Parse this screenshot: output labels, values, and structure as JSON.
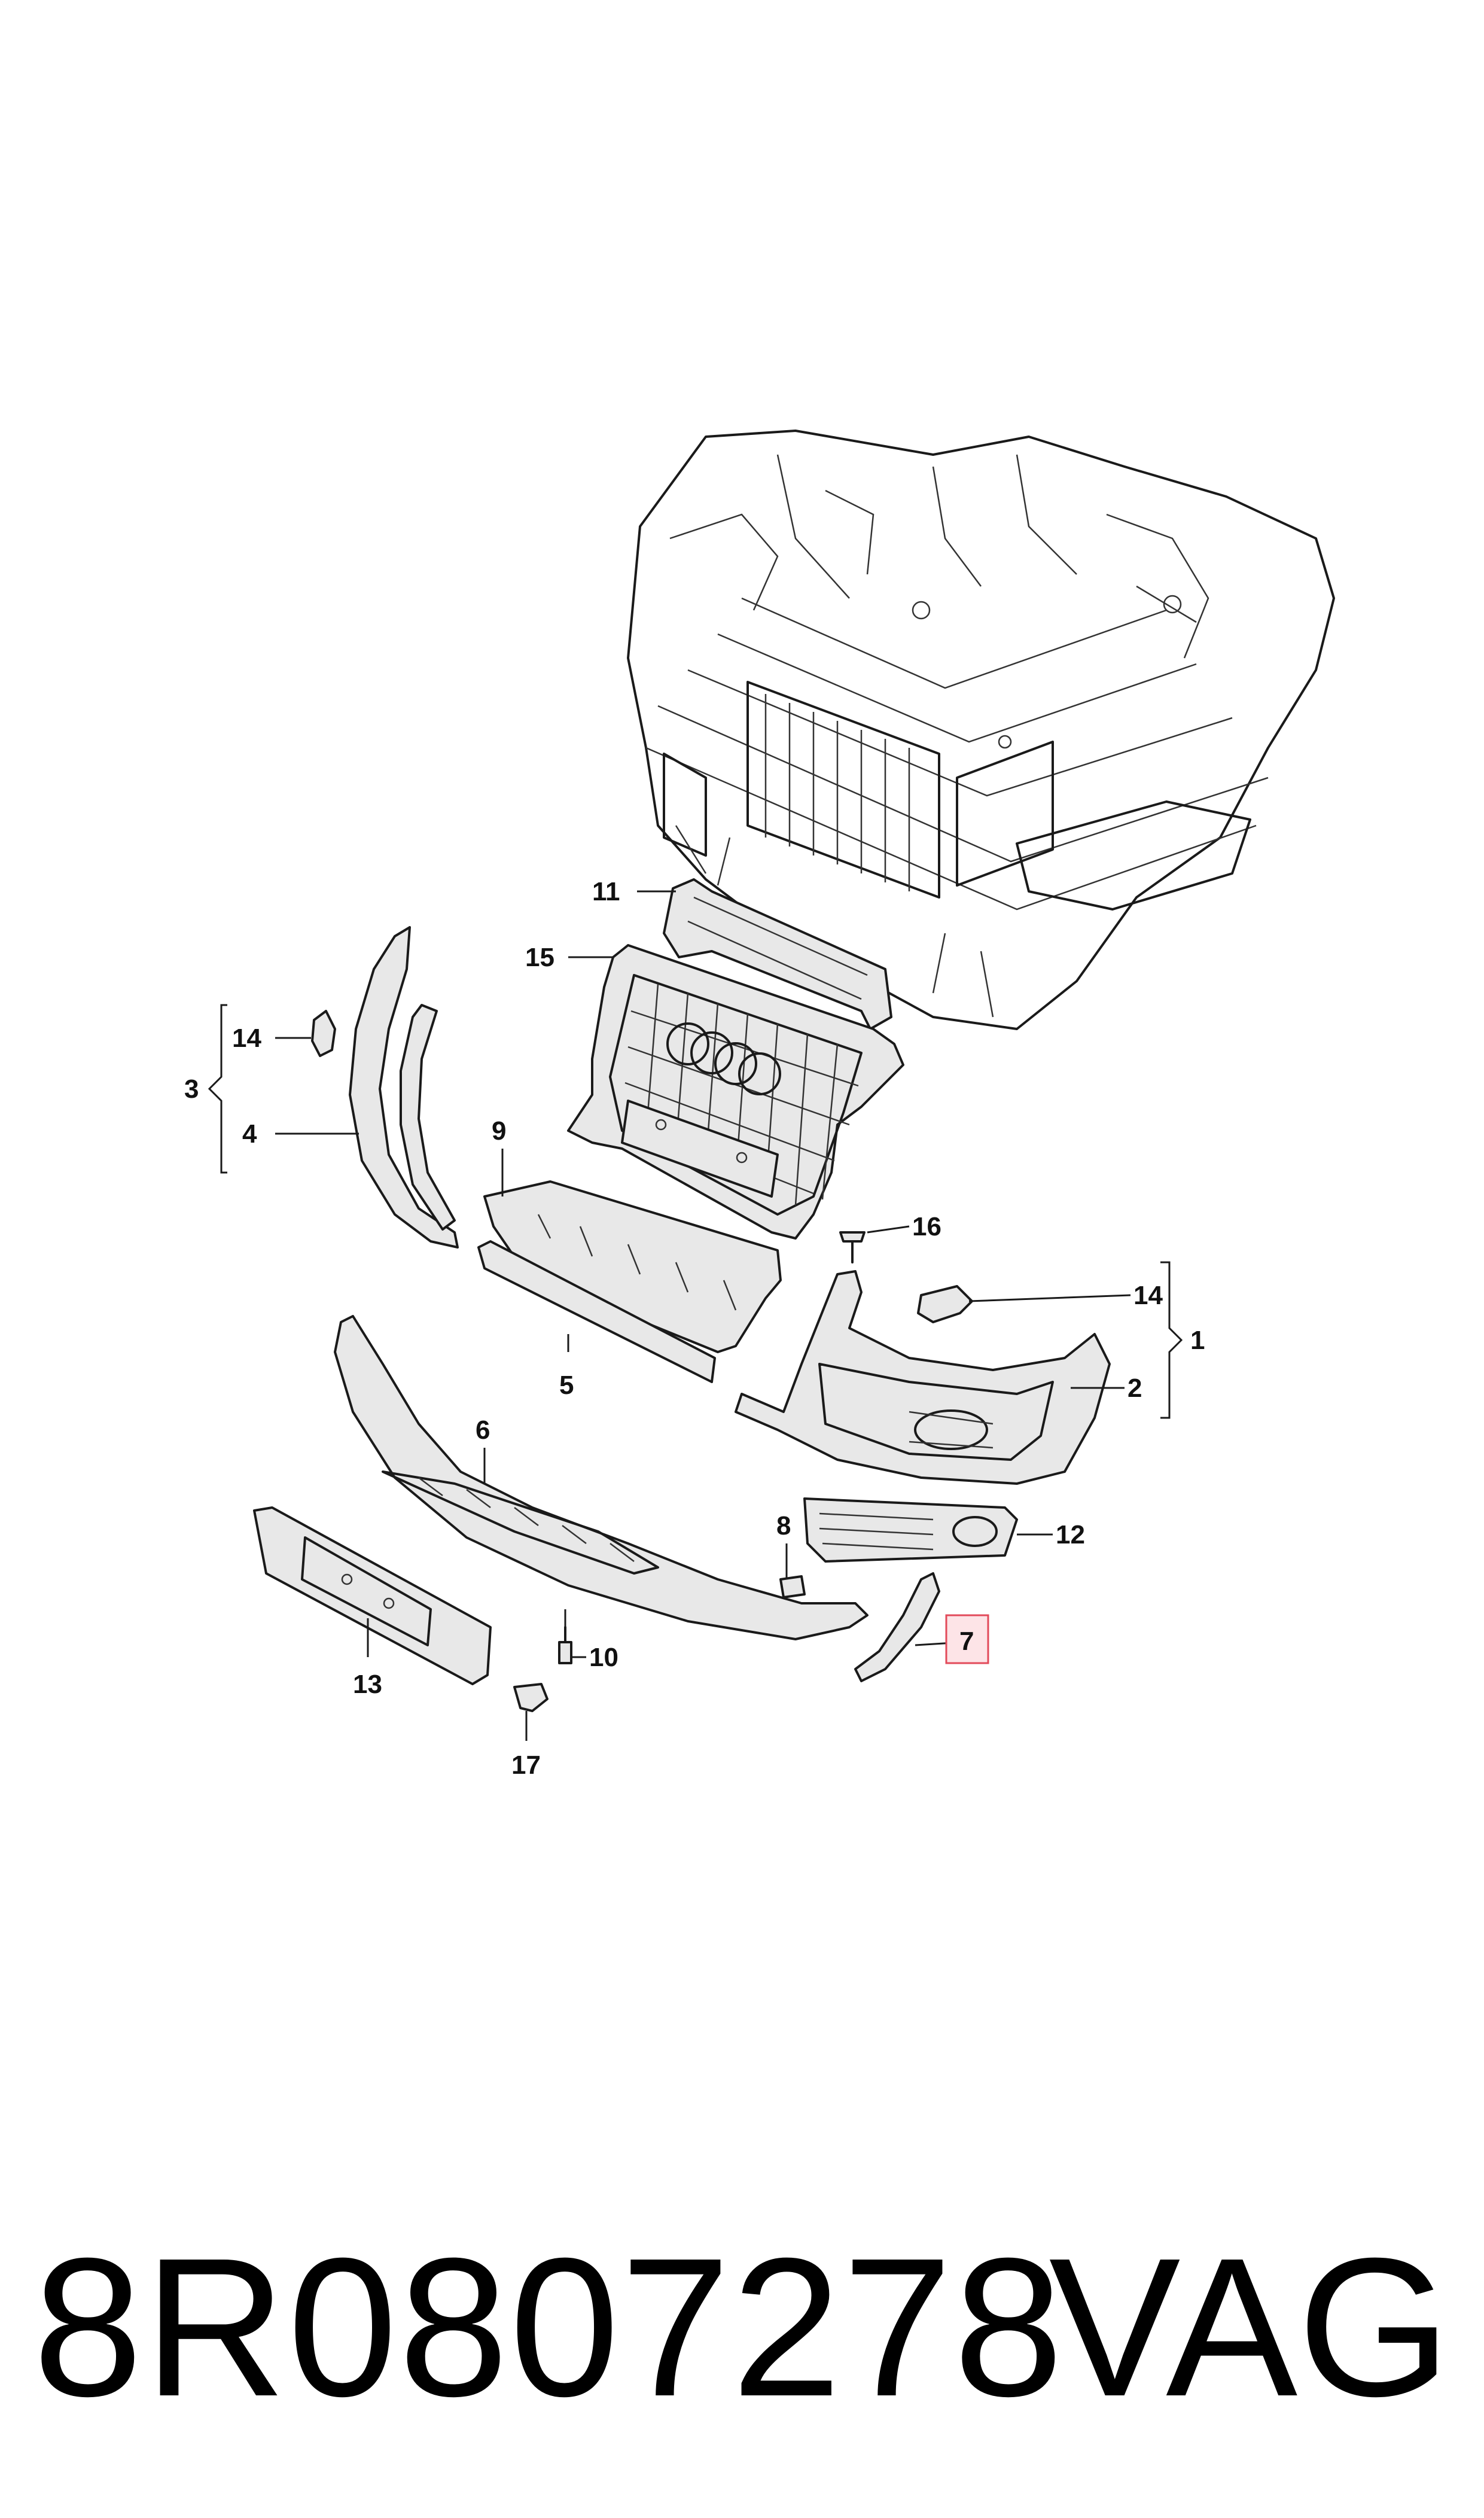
{
  "callouts": {
    "c1": "1",
    "c2": "2",
    "c3": "3",
    "c4": "4",
    "c5": "5",
    "c6": "6",
    "c7": "7",
    "c8": "8",
    "c9": "9",
    "c10": "10",
    "c11": "11",
    "c12": "12",
    "c13": "13",
    "c14a": "14",
    "c14b": "14",
    "c15": "15",
    "c16": "16",
    "c17": "17"
  },
  "highlighted_callout": "7",
  "highlight_color": "#e24a5a",
  "footer": {
    "part_number": "8R0807278",
    "brand": "VAG"
  }
}
